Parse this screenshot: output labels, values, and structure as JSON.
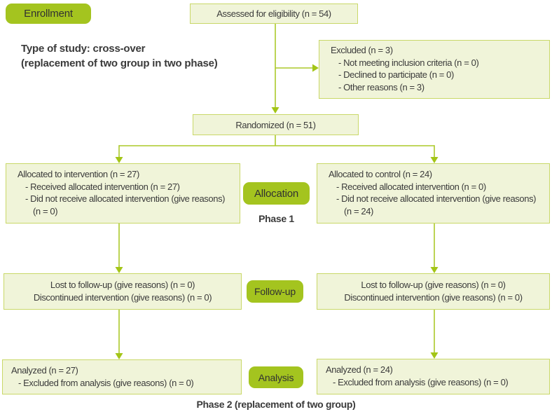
{
  "palette": {
    "stage_label_fill": "#a4c41f",
    "box_fill": "#f0f4d9",
    "box_border": "#c9d868",
    "connector": "#abc929",
    "text": "#3b3b3b"
  },
  "stages": {
    "enrollment": "Enrollment",
    "allocation": "Allocation",
    "followup": "Follow-up",
    "analysis": "Analysis"
  },
  "notes": {
    "study_type": [
      "Type of study: cross-over",
      "(replacement of two group in two phase)"
    ],
    "phase1": "Phase 1",
    "phase2": "Phase 2 (replacement of two group)"
  },
  "boxes": {
    "assessed": {
      "text": "Assessed for eligibility (n = 54)"
    },
    "excluded": {
      "title": "Excluded (n = 3)",
      "items": [
        "- Not meeting inclusion criteria (n = 0)",
        "- Declined to participate (n = 0)",
        "- Other reasons (n = 3)"
      ]
    },
    "randomized": {
      "text": "Randomized (n = 51)"
    },
    "allocated_intervention": {
      "title": "Allocated to intervention (n = 27)",
      "items": [
        "- Received allocated intervention (n = 27)",
        "- Did not receive allocated intervention (give reasons) (n = 0)"
      ]
    },
    "allocated_control": {
      "title": "Allocated to control (n = 24)",
      "items": [
        "- Received allocated intervention (n = 0)",
        "- Did not receive allocated intervention (give reasons) (n = 24)"
      ]
    },
    "followup_intervention": {
      "lines": [
        "Lost to follow-up (give reasons) (n = 0)",
        "Discontinued intervention (give reasons) (n = 0)"
      ]
    },
    "followup_control": {
      "lines": [
        "Lost to follow-up (give reasons) (n = 0)",
        "Discontinued intervention (give reasons) (n = 0)"
      ]
    },
    "analysis_intervention": {
      "title": "Analyzed (n = 27)",
      "items": [
        "- Excluded from analysis (give reasons) (n = 0)"
      ]
    },
    "analysis_control": {
      "title": "Analyzed (n = 24)",
      "items": [
        "- Excluded from analysis (give reasons) (n = 0)"
      ]
    }
  }
}
